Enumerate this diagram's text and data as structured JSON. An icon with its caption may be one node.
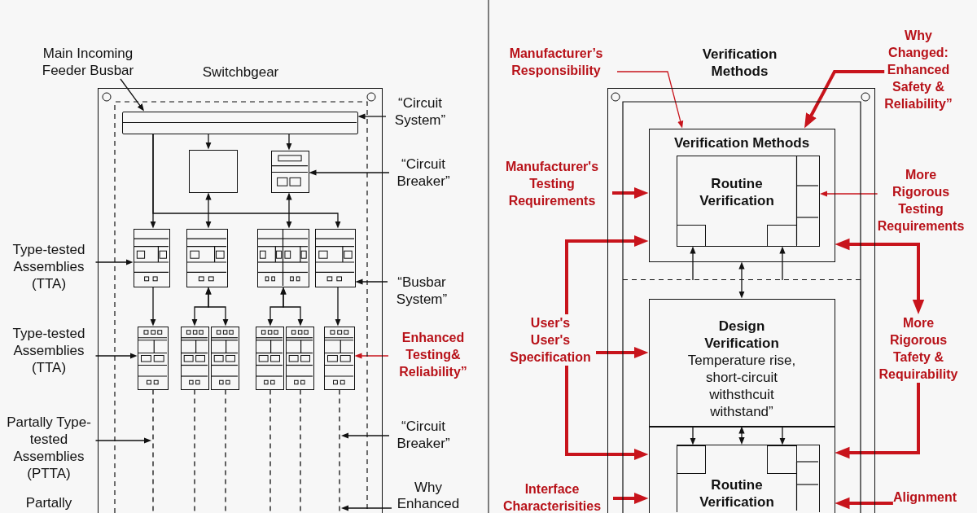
{
  "diagram": {
    "nodes": [
      {
        "text": [
          "Main Incoming Feeder Busbar"
        ]
      },
      {
        "text": [
          "Switchbgear"
        ]
      },
      {
        "text": [],
        "shape": "bar",
        "in": 1
      },
      {
        "text": [
          "“Circuit System”"
        ]
      },
      {
        "text": [],
        "shape": "box",
        "in": 1
      },
      {
        "text": [],
        "shape": "box",
        "in": 1
      },
      {
        "text": [
          "“Circuit Breaker”"
        ]
      },
      {
        "text": [
          "Type-tested Assemblies (TTA)"
        ]
      },
      {
        "text": [],
        "shape": "box",
        "in": 1
      },
      {
        "text": [],
        "shape": "box",
        "in": 1
      },
      {
        "text": [],
        "shape": "box",
        "in": 1
      },
      {
        "text": [],
        "shape": "box",
        "in": 1
      },
      {
        "text": [
          "“Busbar System”"
        ]
      },
      {
        "text": [
          "Type-tested Assemblies (TTA)"
        ]
      },
      {
        "text": [],
        "shape": "box",
        "in": 1
      },
      {
        "text": [],
        "shape": "box",
        "in": 1
      },
      {
        "text": [],
        "shape": "box",
        "in": 1
      },
      {
        "text": [],
        "shape": "box",
        "in": 1
      },
      {
        "text": [],
        "shape": "box",
        "in": 1
      },
      {
        "text": [],
        "shape": "box",
        "in": 1
      },
      {
        "text": [
          "Enhanced Testing& Reliability”"
        ]
      },
      {
        "text": [
          "Partally Type-tested Assemblies (PTTA)"
        ]
      },
      {
        "text": [
          "“Circuit Breaker”"
        ]
      },
      {
        "text": [
          "Partally"
        ]
      },
      {
        "text": [
          "Why Enhanced"
        ]
      },
      {
        "text": [
          "Manufacturer’s Responsibility"
        ]
      },
      {
        "text": [
          "Verification Methods"
        ]
      },
      {
        "text": [
          "Why Changed: Enhanced Safety & Reliability”"
        ]
      },
      {
        "text": [
          "Verification Methods"
        ],
        "in": 26
      },
      {
        "text": [
          "Routine Verification"
        ],
        "in": 28
      },
      {
        "text": [],
        "shape": "box",
        "in": 29
      },
      {
        "text": [],
        "shape": "box",
        "in": 29
      },
      {
        "text": [
          "Manufacturer's Testing Requirements"
        ]
      },
      {
        "text": [
          "More Rigorous Testing Requirements"
        ]
      },
      {
        "text": [
          "Design Verification",
          "Temperature rise, short-circuit withsthcuit withstand”"
        ],
        "in": 26
      },
      {
        "text": [
          "User's",
          "User's Specification"
        ]
      },
      {
        "text": [
          "More Rigorous Tafety & Requirability"
        ]
      },
      {
        "text": [],
        "shape": "box",
        "in": 26
      },
      {
        "text": [
          "Routine Verification"
        ],
        "in": 37
      },
      {
        "text": [],
        "shape": "box",
        "in": 38
      },
      {
        "text": [],
        "shape": "box",
        "in": 38
      },
      {
        "text": [
          "Interface Characterisities"
        ]
      },
      {
        "text": [
          "Alignment"
        ]
      }
    ],
    "edges": [
      {
        "from": 0,
        "to": 2,
        "arrow": "to"
      },
      {
        "from": 3,
        "to": 2,
        "arrow": "to"
      },
      {
        "from": 2,
        "to": 8,
        "arrow": "to"
      },
      {
        "from": 2,
        "to": 11,
        "arrow": "to"
      },
      {
        "from": 2,
        "to": 4,
        "arrow": "to"
      },
      {
        "from": 2,
        "to": 5,
        "arrow": "to"
      },
      {
        "from": 4,
        "to": 9,
        "arrow": "both"
      },
      {
        "from": 5,
        "to": 10,
        "arrow": "both"
      },
      {
        "from": 6,
        "to": 5,
        "arrow": "to"
      },
      {
        "from": 7,
        "to": 8,
        "arrow": "to"
      },
      {
        "from": 8,
        "to": 14,
        "arrow": "to"
      },
      {
        "from": 9,
        "to": 15,
        "arrow": "both"
      },
      {
        "from": 9,
        "to": 16,
        "arrow": "both"
      },
      {
        "from": 10,
        "to": 17,
        "arrow": "both"
      },
      {
        "from": 10,
        "to": 18,
        "arrow": "both"
      },
      {
        "from": 11,
        "to": 19,
        "arrow": "to"
      },
      {
        "from": 12,
        "to": 11,
        "arrow": "to"
      },
      {
        "from": 13,
        "to": 14,
        "arrow": "to"
      },
      {
        "from": 20,
        "to": 19,
        "arrow": "to",
        "color": "#c8141c"
      },
      {
        "from": 14,
        "to": null,
        "arrow": "none",
        "style": "dashed"
      },
      {
        "from": 15,
        "to": null,
        "arrow": "none",
        "style": "dashed"
      },
      {
        "from": 16,
        "to": null,
        "arrow": "none",
        "style": "dashed"
      },
      {
        "from": 17,
        "to": null,
        "arrow": "none",
        "style": "dashed"
      },
      {
        "from": 18,
        "to": null,
        "arrow": "none",
        "style": "dashed"
      },
      {
        "from": 19,
        "to": null,
        "arrow": "none",
        "style": "dashed"
      },
      {
        "from": 21,
        "to": null,
        "arrow": "to"
      },
      {
        "from": 22,
        "to": null,
        "arrow": "to"
      },
      {
        "from": 24,
        "to": 1,
        "arrow": "to"
      },
      {
        "from": 25,
        "to": 28,
        "arrow": "to",
        "color": "#c8141c"
      },
      {
        "from": 27,
        "to": 28,
        "arrow": "to",
        "style": "thick",
        "color": "#c8141c"
      },
      {
        "from": 32,
        "to": 28,
        "arrow": "to",
        "style": "thick",
        "color": "#c8141c"
      },
      {
        "from": 33,
        "to": 29,
        "arrow": "to",
        "color": "#c8141c"
      },
      {
        "from": 35,
        "to": 28,
        "arrow": "to",
        "style": "thick",
        "color": "#c8141c"
      },
      {
        "from": 35,
        "to": 34,
        "arrow": "to",
        "style": "thick",
        "color": "#c8141c"
      },
      {
        "from": 35,
        "to": 37,
        "arrow": "to",
        "style": "thick",
        "color": "#c8141c"
      },
      {
        "from": 36,
        "to": 28,
        "arrow": "both",
        "style": "thick",
        "color": "#c8141c"
      },
      {
        "from": 36,
        "to": 37,
        "arrow": "to",
        "style": "thick",
        "color": "#c8141c"
      },
      {
        "from": 41,
        "to": 37,
        "arrow": "to",
        "style": "thick",
        "color": "#c8141c"
      },
      {
        "from": 42,
        "to": 37,
        "arrow": "to",
        "style": "thick",
        "color": "#c8141c"
      },
      {
        "from": null,
        "to": 30,
        "arrow": "to"
      },
      {
        "from": null,
        "to": 31,
        "arrow": "to"
      },
      {
        "from": 28,
        "to": 34,
        "arrow": "both"
      },
      {
        "from": 34,
        "to": 38,
        "arrow": "both"
      },
      {
        "from": null,
        "to": 39,
        "arrow": "to"
      },
      {
        "from": null,
        "to": 40,
        "arrow": "to"
      }
    ]
  }
}
